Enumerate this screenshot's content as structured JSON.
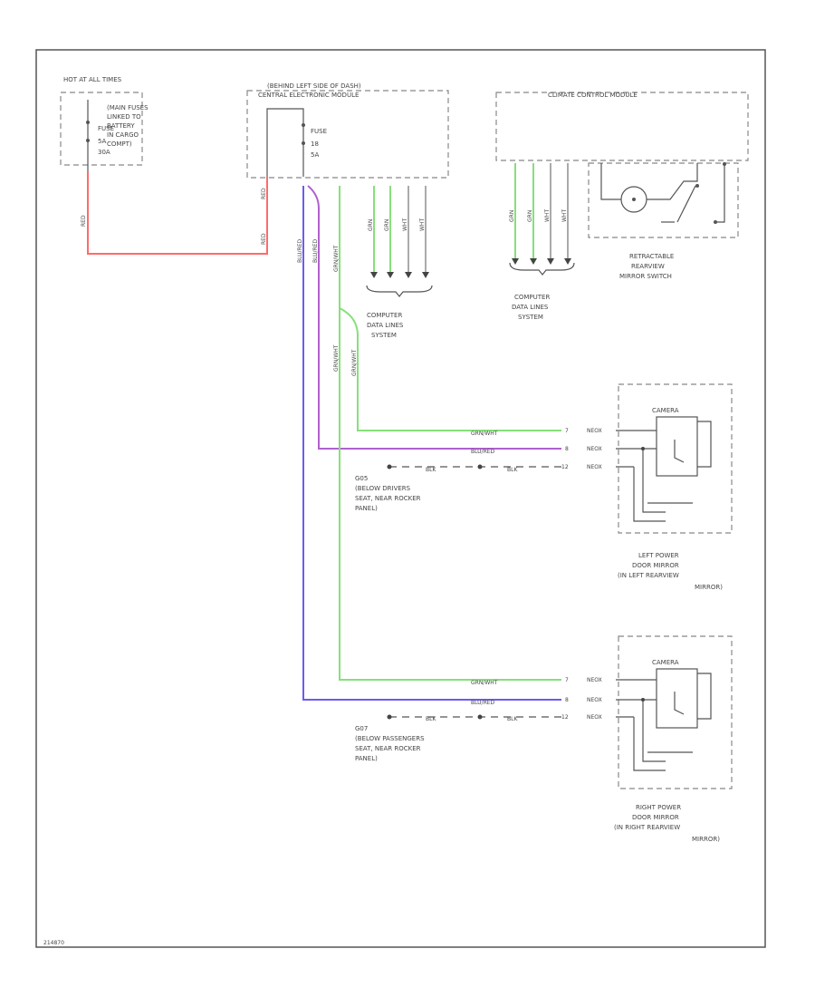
{
  "colors": {
    "red_wire": "#ff6b6b",
    "green_wire": "#86e07a",
    "blue_wire": "#6a5cf0",
    "purple_wire": "#b060d0",
    "black_wire": "#555555",
    "box_border": "#888888",
    "frame_border": "#555555"
  },
  "blocks": {
    "hot_at_all_times": "HOT AT ALL TIMES",
    "main_fuses": [
      "(MAIN FUSES",
      "LINKED TO",
      "BATTERY",
      "IN CARGO",
      "COMPT)"
    ],
    "fuse_1": [
      "FUSE",
      "5A",
      "30A"
    ],
    "dash_header": [
      "(BEHIND LEFT SIDE OF DASH)",
      "CENTRAL ELECTRONIC MODULE"
    ],
    "fuse_2": [
      "FUSE",
      "18",
      "5A"
    ],
    "climate_module": "CLIMATE CONTROL MODULE",
    "mirror_switch": [
      "RETRACTABLE",
      "REARVIEW",
      "MIRROR SWITCH"
    ],
    "data_lines_center": [
      "COMPUTER",
      "DATA LINES",
      "SYSTEM"
    ],
    "data_lines_right": [
      "COMPUTER",
      "DATA LINES",
      "SYSTEM"
    ],
    "camera_left": "CAMERA",
    "camera_right": "CAMERA",
    "left_mirror": [
      "LEFT POWER",
      "DOOR MIRROR",
      "(IN LEFT REARVIEW",
      "MIRROR)"
    ],
    "right_mirror": [
      "RIGHT POWER",
      "DOOR MIRROR",
      "(IN RIGHT REARVIEW",
      "MIRROR)"
    ],
    "ground_left": [
      "G05",
      "(BELOW DRIVERS",
      "SEAT, NEAR ROCKER",
      "PANEL)"
    ],
    "ground_right": [
      "G07",
      "(BELOW PASSENGERS",
      "SEAT, NEAR ROCKER",
      "PANEL)"
    ],
    "figure_id": "214870"
  },
  "wires": {
    "red": "RED",
    "blu_red": "BLU/RED",
    "grn_wht": "GRN/WHT",
    "blk": "BLK",
    "data_center": [
      "GRN",
      "GRN",
      "WHT",
      "WHT"
    ],
    "data_right": [
      "GRN",
      "GRN",
      "WHT",
      "WHT"
    ],
    "left_mirror_grn": "GRN/WHT",
    "left_mirror_blu": "BLU/RED",
    "left_mirror_blk": "BLK",
    "right_mirror_grn": "GRN/WHT",
    "right_mirror_blu": "BLU/RED",
    "right_mirror_blk": "BLK"
  },
  "pins": {
    "left": [
      "7",
      "8",
      "12"
    ],
    "right": [
      "7",
      "8",
      "12"
    ],
    "conn": "NEOX"
  }
}
